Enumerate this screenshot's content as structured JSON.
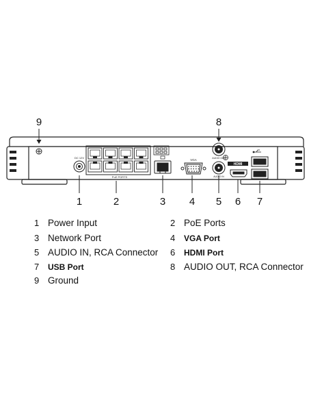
{
  "callouts": {
    "top": [
      "9",
      "8"
    ],
    "bottom": [
      "1",
      "2",
      "3",
      "4",
      "5",
      "6",
      "7"
    ]
  },
  "panel_text": {
    "dc": "DC 12V",
    "poe": "PoE PORTS",
    "vga": "VGA",
    "audio_out": "AUDIO OUT",
    "audio_in": "AUDIO IN",
    "hdmi": "HDMI"
  },
  "legend": [
    {
      "num": "1",
      "label": "Power Input"
    },
    {
      "num": "2",
      "label": "PoE Ports"
    },
    {
      "num": "3",
      "label": "Network Port"
    },
    {
      "num": "4",
      "label": "VGA Port"
    },
    {
      "num": "5",
      "label": "AUDIO IN, RCA Connector"
    },
    {
      "num": "6",
      "label": "HDMI Port"
    },
    {
      "num": "7",
      "label": "USB Port"
    },
    {
      "num": "8",
      "label": "AUDIO OUT, RCA Connector"
    },
    {
      "num": "9",
      "label": "Ground"
    }
  ],
  "colors": {
    "stroke": "#222222",
    "chassis": "#ffffff"
  }
}
